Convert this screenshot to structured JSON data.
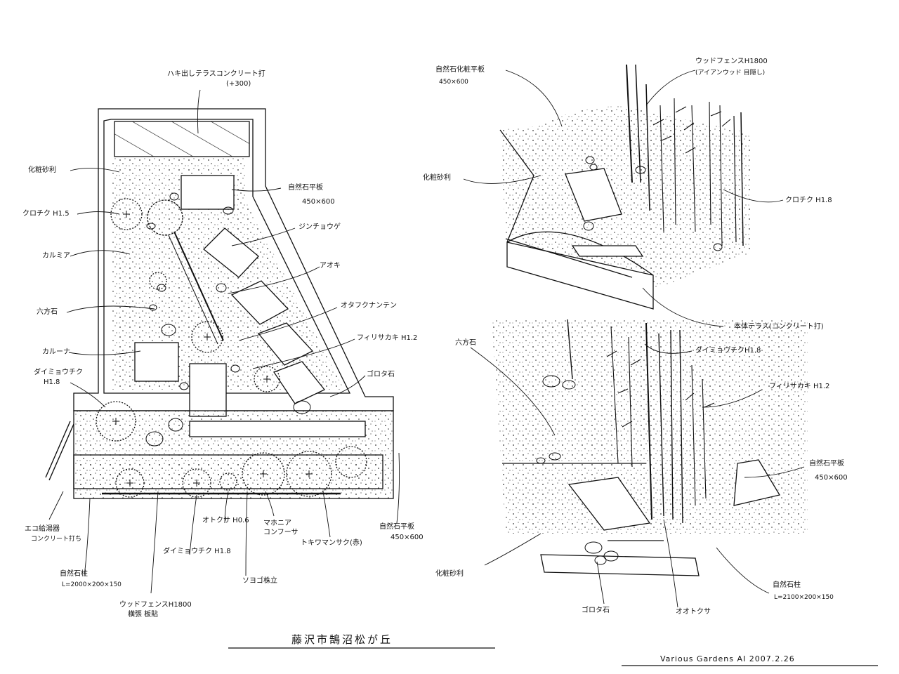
{
  "title": "藤沢市鵠沼松が丘",
  "signature": "Various Gardens AI 2007.2.26",
  "plan_labels": {
    "terrace": "ハキ出しテラスコンクリート打",
    "terrace_height": "(+300)",
    "gravel": "化粧砂利",
    "kurochiku": "クロチク H1.5",
    "kalmia": "カルミア",
    "rokuhoseki": "六方石",
    "karuna": "カルーナ",
    "daimyochiku_plan": "ダイミョウチク",
    "daimyochiku_plan_h": "H1.8",
    "stone_slab": "自然石平板",
    "stone_slab_size": "450×600",
    "jinchouge": "ジンチョウゲ",
    "aoki": "アオキ",
    "otafukunanten": "オタフクナンテン",
    "firisakaki_plan": "フィリサカキ H1.2",
    "gorota_plan": "ゴロタ石",
    "eco_heater": "エコ給湯器",
    "eco_heater_sub": "コンクリート打ち",
    "stone_pillar": "自然石柱",
    "stone_pillar_size": "L=2000×200×150",
    "wood_fence_plan": "ウッドフェンスH1800",
    "wood_fence_plan_sub": "横張 板貼",
    "daimyochiku_plan2": "ダイミョウチク H1.8",
    "otokusa": "オトクサ H0.6",
    "mahonia": "マホニア",
    "mahonia_sub": "コンフーサ",
    "sayogo": "ソヨゴ株立",
    "tokiwamansaku": "トキワマンサク(赤)",
    "stone_slab_right": "自然石平板",
    "stone_slab_right_size": "450×600"
  },
  "top_view_labels": {
    "stone_slab": "自然石化粧平板",
    "stone_slab_size": "450×600",
    "wood_fence": "ウッドフェンスH1800",
    "wood_fence_sub": "(アイアンウッド 目隠し)",
    "gravel": "化粧砂利",
    "kurochiku": "クロチク H1.8",
    "terrace": "本体テラス(コンクリート打)"
  },
  "bottom_view_labels": {
    "rokuhoseki": "六方石",
    "daimyochiku": "ダイミョウチクH1.8",
    "firisakaki": "フィリサカキ H1.2",
    "stone_slab": "自然石平板",
    "stone_slab_size": "450×600",
    "gravel": "化粧砂利",
    "stone_pillar": "自然石柱",
    "stone_pillar_size": "L=2100×200×150",
    "gorota": "ゴロタ石",
    "ootokusa": "オオトクサ"
  },
  "colors": {
    "ink": "#111111",
    "paper": "#ffffff"
  }
}
